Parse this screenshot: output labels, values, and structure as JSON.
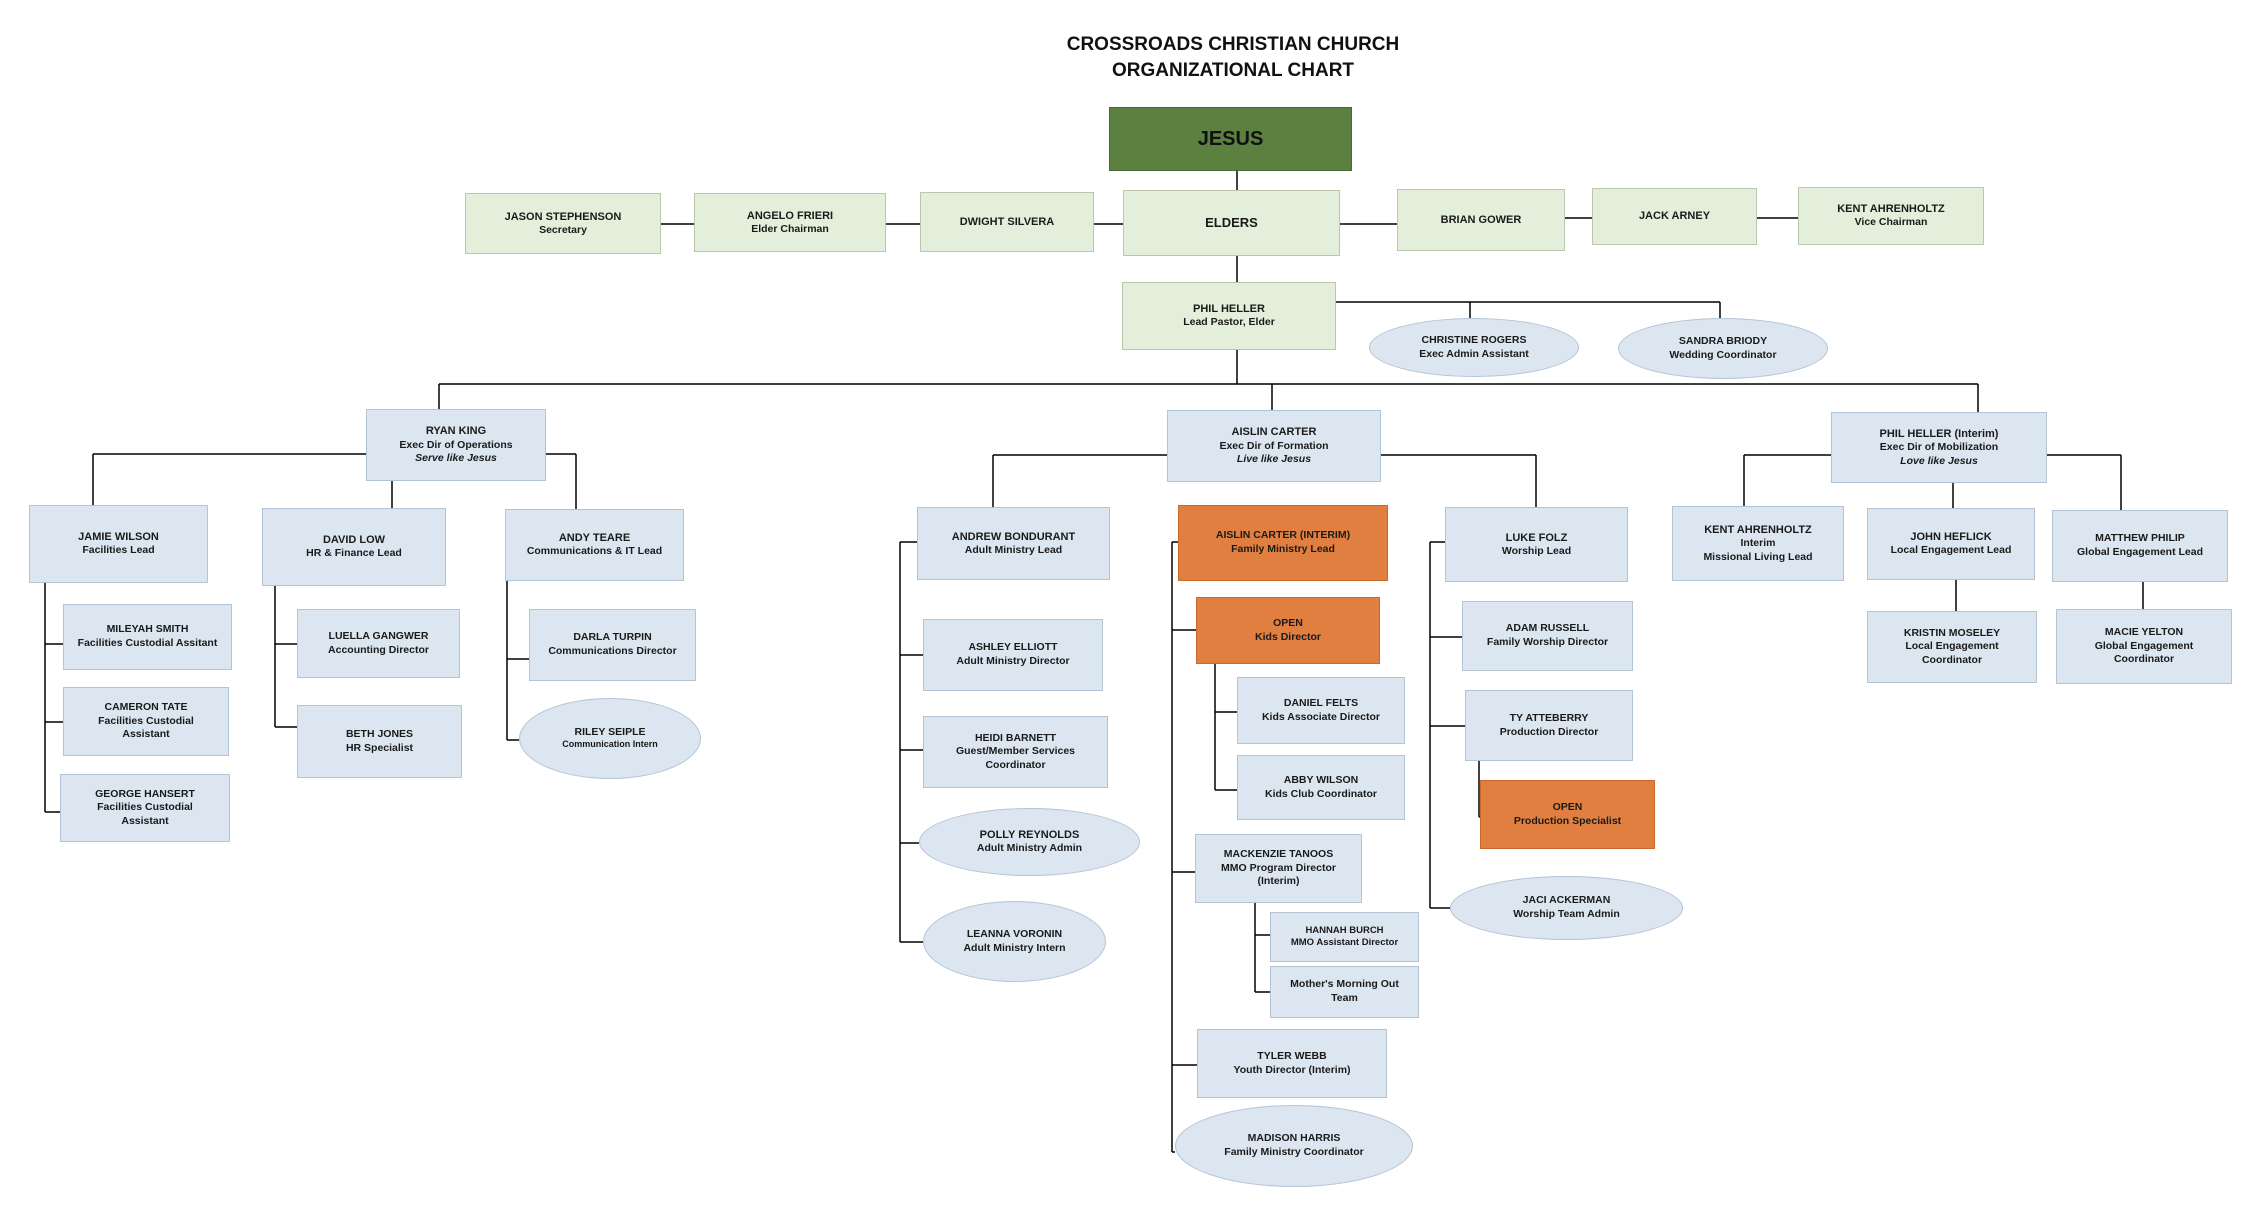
{
  "title": {
    "line1": "CROSSROADS CHRISTIAN CHURCH",
    "line2": "ORGANIZATIONAL CHART"
  },
  "nodes": {
    "jesus": {
      "name": "JESUS"
    },
    "jason_stephenson": {
      "name": "JASON STEPHENSON",
      "role": "Secretary"
    },
    "angelo_frieri": {
      "name": "ANGELO FRIERI",
      "role": "Elder Chairman"
    },
    "dwight_silvera": {
      "name": "DWIGHT  SILVERA"
    },
    "elders": {
      "name": "ELDERS"
    },
    "brian_gower": {
      "name": "BRIAN GOWER"
    },
    "jack_arney": {
      "name": "JACK ARNEY"
    },
    "kent_ahrenholtz_vc": {
      "name": "KENT AHRENHOLTZ",
      "role": "Vice Chairman"
    },
    "phil_heller": {
      "name": "PHIL HELLER",
      "role": "Lead Pastor, Elder"
    },
    "christine_rogers": {
      "name": "CHRISTINE ROGERS",
      "role": "Exec Admin Assistant"
    },
    "sandra_briody": {
      "name": "SANDRA BRIODY",
      "role": "Wedding Coordinator"
    },
    "ryan_king": {
      "name": "RYAN KING",
      "role": "Exec Dir of Operations",
      "tagline": "Serve like Jesus"
    },
    "aislin_carter": {
      "name": "AISLIN CARTER",
      "role": "Exec Dir of Formation",
      "tagline": "Live like Jesus"
    },
    "phil_heller_interim": {
      "name": "PHIL HELLER (Interim)",
      "role": "Exec Dir of Mobilization",
      "tagline": "Love like Jesus"
    },
    "jamie_wilson": {
      "name": "JAMIE WILSON",
      "role": "Facilities Lead"
    },
    "mileyah_smith": {
      "name": "MILEYAH SMITH",
      "role": "Facilities Custodial  Assitant"
    },
    "cameron_tate": {
      "name": "CAMERON TATE",
      "role": "Facilities Custodial Assistant"
    },
    "george_hansert": {
      "name": "GEORGE HANSERT",
      "role": "Facilities Custodial Assistant"
    },
    "david_low": {
      "name": "DAVID LOW",
      "role": "HR & Finance Lead"
    },
    "luella_gangwer": {
      "name": "LUELLA GANGWER",
      "role": "Accounting Director"
    },
    "beth_jones": {
      "name": "BETH JONES",
      "role": "HR Specialist"
    },
    "andy_teare": {
      "name": "ANDY TEARE",
      "role": "Communications & IT Lead"
    },
    "darla_turpin": {
      "name": "DARLA TURPIN",
      "role": "Communications Director"
    },
    "riley_seiple": {
      "name": "RILEY SEIPLE",
      "role": "Communication Intern"
    },
    "andrew_bondurant": {
      "name": "ANDREW BONDURANT",
      "role": "Adult Ministry Lead"
    },
    "ashley_elliott": {
      "name": "ASHLEY ELLIOTT",
      "role": "Adult Ministry Director"
    },
    "heidi_barnett": {
      "name": "HEIDI BARNETT",
      "role": "Guest/Member Services Coordinator"
    },
    "polly_reynolds": {
      "name": "POLLY REYNOLDS",
      "role": "Adult Ministry Admin"
    },
    "leanna_voronin": {
      "name": "LEANNA VORONIN",
      "role": "Adult Ministry Intern"
    },
    "aislin_carter_interim": {
      "name": "AISLIN CARTER (INTERIM)",
      "role": "Family Ministry Lead"
    },
    "open_kids": {
      "name": "OPEN",
      "role": "Kids Director"
    },
    "daniel_felts": {
      "name": "DANIEL FELTS",
      "role": "Kids Associate Director"
    },
    "abby_wilson": {
      "name": "ABBY WILSON",
      "role": "Kids Club Coordinator"
    },
    "mackenzie_tanoos": {
      "name": "MACKENZIE TANOOS",
      "role": "MMO Program Director",
      "note": "(Interim)"
    },
    "hannah_burch": {
      "name": "HANNAH BURCH",
      "role": "MMO Assistant Director"
    },
    "mmo_team": {
      "name": "Mother's Morning Out Team"
    },
    "tyler_webb": {
      "name": "TYLER WEBB",
      "role": "Youth Director (Interim)"
    },
    "madison_harris": {
      "name": "MADISON HARRIS",
      "role": "Family Ministry Coordinator"
    },
    "luke_folz": {
      "name": "LUKE FOLZ",
      "role": "Worship Lead"
    },
    "adam_russell": {
      "name": "ADAM RUSSELL",
      "role": "Family Worship Director"
    },
    "ty_atteberry": {
      "name": "TY ATTEBERRY",
      "role": "Production Director"
    },
    "open_production": {
      "name": "OPEN",
      "role": "Production Specialist"
    },
    "jaci_ackerman": {
      "name": "JACI ACKERMAN",
      "role": "Worship Team Admin"
    },
    "kent_ahrenholtz": {
      "name": "KENT AHRENHOLTZ",
      "role": "Interim",
      "note": "Missional Living Lead"
    },
    "john_heflick": {
      "name": "JOHN HEFLICK",
      "role": "Local Engagement Lead"
    },
    "kristin_moseley": {
      "name": "KRISTIN MOSELEY",
      "role": "Local Engagement Coordinator"
    },
    "matthew_philip": {
      "name": "MATTHEW PHILIP",
      "role": "Global Engagement Lead"
    },
    "macie_yelton": {
      "name": "MACIE YELTON",
      "role": "Global Engagement Coordinator"
    }
  },
  "colors": {
    "box_blue": "#dce6f1",
    "box_green": "#e3efda",
    "jesus_green": "#5b8040",
    "open_orange": "#e07f3f",
    "line": "#000000"
  }
}
